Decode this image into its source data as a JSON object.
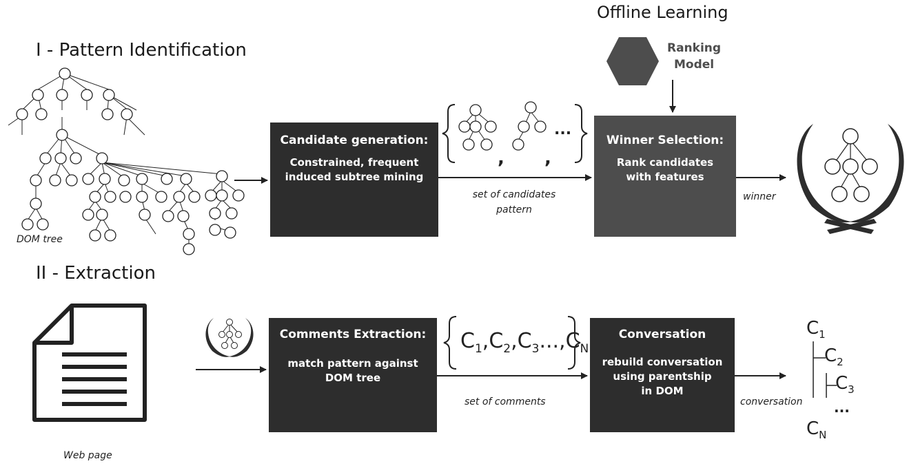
{
  "offline": {
    "title": "Offline Learning",
    "model_label": "Ranking Model",
    "model_line1": "Ranking",
    "model_line2": "Model"
  },
  "section1": {
    "title": "I - Pattern Identification",
    "dom_caption": "DOM tree",
    "candidate_box": {
      "title": "Candidate generation:",
      "line1": "Constrained, frequent",
      "line2": "induced subtree mining"
    },
    "candidates_label_line1": "set of candidates",
    "candidates_label_line2": "pattern",
    "winner_box": {
      "title": "Winner Selection:",
      "line1": "Rank candidates",
      "line2": "with features"
    },
    "winner_label": "winner",
    "set_ellipsis": "..."
  },
  "section2": {
    "title": "II - Extraction",
    "webpage_caption": "Web page",
    "comments_box": {
      "title": "Comments Extraction:",
      "line1": "match pattern against",
      "line2": "DOM tree"
    },
    "comments_set": {
      "c1": "C",
      "s1": "1",
      "c2": "C",
      "s2": "2",
      "c3": "C",
      "s3": "3",
      "dots": "...",
      "cn": "C",
      "sn": "N"
    },
    "comments_label": "set of comments",
    "conversation_box": {
      "title": "Conversation",
      "line1": "rebuild conversation",
      "line2": "using parentship",
      "line3": "in DOM"
    },
    "conversation_label": "conversation",
    "tree": {
      "c1": "C",
      "s1": "1",
      "c2": "C",
      "s2": "2",
      "c3": "C",
      "s3": "3",
      "dots": "...",
      "cn": "C",
      "sn": "N"
    }
  },
  "colors": {
    "box_dark": "#2d2d2d",
    "box_grey": "#4d4d4d",
    "hexagon": "#4d4d4d",
    "stroke": "#222222"
  },
  "icons": [
    "hexagon-icon",
    "laurel-wreath-icon",
    "document-icon",
    "tree-icon"
  ]
}
